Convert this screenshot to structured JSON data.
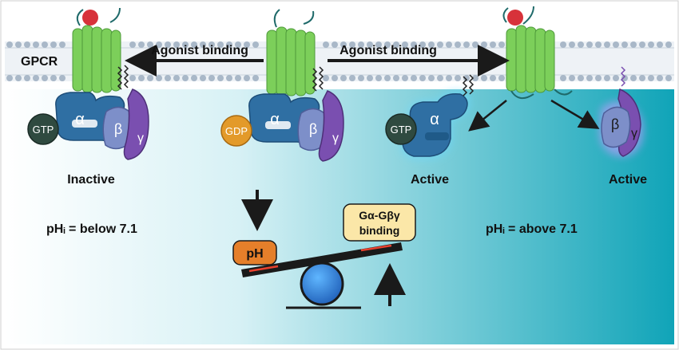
{
  "labels": {
    "gpcr": "GPCR",
    "agonist_left": "Agonist binding",
    "agonist_right": "Agonist binding",
    "inactive": "Inactive",
    "active_alpha": "Active",
    "active_bg": "Active",
    "ph_low": "pHᵢ = below 7.1",
    "ph_high": "pHᵢ = above 7.1",
    "ph_box": "pH",
    "binding_line1": "Gα-Gβγ",
    "binding_line2": "binding"
  },
  "subunits": {
    "alpha": "α",
    "beta": "β",
    "gamma": "γ",
    "gtp": "GTP",
    "gdp": "GDP"
  },
  "colors": {
    "membrane_head": "#a9b8c8",
    "receptor": "#7ccf5a",
    "ligand": "#d7323a",
    "alpha": "#2f6fa3",
    "beta": "#7d8fc9",
    "gamma": "#7a4fb0",
    "gtp": "#2f4a40",
    "gdp": "#e39a2a",
    "ph_box": "#e57f2a",
    "binding_box": "#fbe7a8",
    "cyto_teal": "#14a3b8",
    "fulcrum": "#2a7fe0"
  }
}
